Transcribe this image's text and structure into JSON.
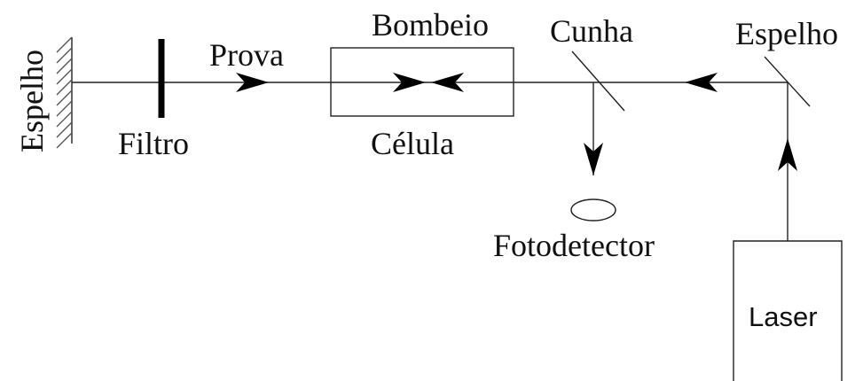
{
  "labels": {
    "left_mirror": "Espelho",
    "filter": "Filtro",
    "probe": "Prova",
    "pump": "Bombeio",
    "cell": "Célula",
    "wedge": "Cunha",
    "right_mirror": "Espelho",
    "photodetector": "Fotodetector",
    "laser": "Laser"
  },
  "colors": {
    "background": "#ffffff",
    "lines": "#222222",
    "text": "#111111"
  }
}
